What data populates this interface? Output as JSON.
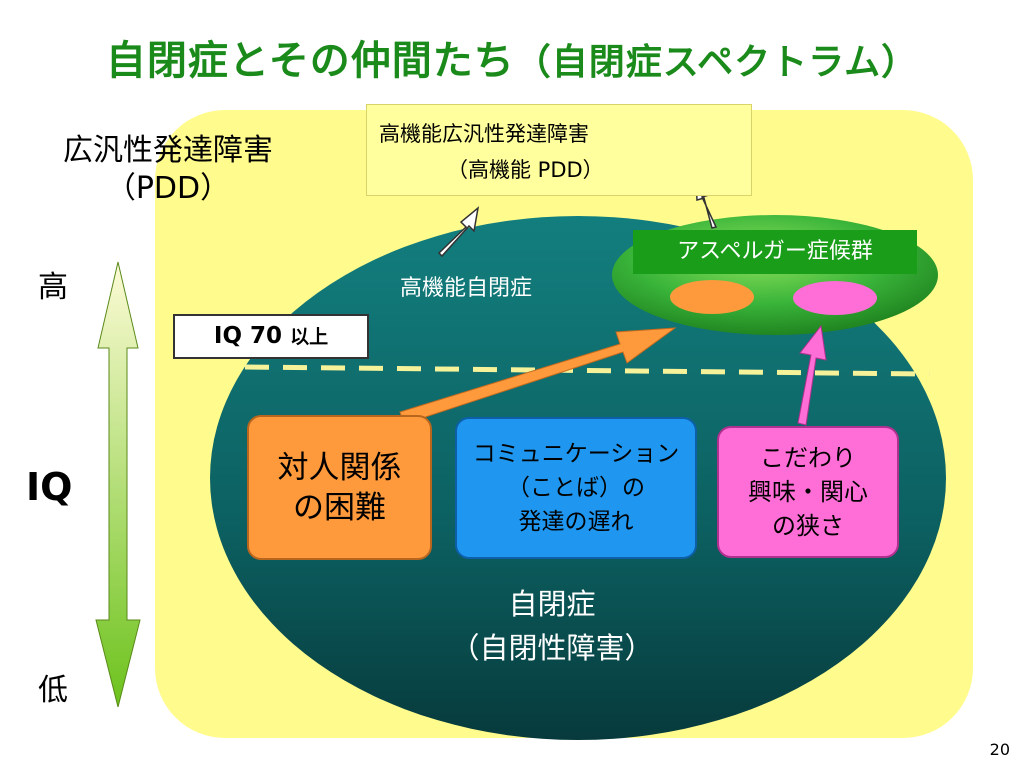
{
  "title": {
    "main": "自閉症とその仲間たち",
    "sub": "（自閉症スペクトラム）"
  },
  "pdd": {
    "line1": "広汎性発達障害",
    "line2": "（PDD）"
  },
  "hf_pdd": {
    "line1": "高機能広汎性発達障害",
    "line2": "（高機能 PDD）"
  },
  "hf_autism": "高機能自閉症",
  "asperger": "アスペルガー症候群",
  "iq_threshold": {
    "main": "IQ 70 ",
    "suffix": "以上"
  },
  "triad": {
    "social": {
      "line1": "対人関係",
      "line2": "の困難"
    },
    "communication": {
      "line1": "コミュニケーション",
      "line2": "（ことば）の",
      "line3": "発達の遅れ"
    },
    "interests": {
      "line1": "こだわり",
      "line2": "興味・関心",
      "line3": "の狭さ"
    }
  },
  "autism": {
    "line1": "自閉症",
    "line2": "（自閉性障害）"
  },
  "iq_axis": {
    "label": "IQ",
    "high": "高",
    "low": "低"
  },
  "page_number": "20",
  "colors": {
    "title": "#1a8a1a",
    "background_yellow": "#fffb8c",
    "autism_ellipse": "#0e6e6e",
    "asperger_ellipse": "#3ab53a",
    "social_box": "#ff9a3c",
    "communication_box": "#1f97f0",
    "interests_box": "#ff6ed6",
    "orange_arrow": "#ff9a3c",
    "pink_arrow": "#ff6ed6"
  }
}
